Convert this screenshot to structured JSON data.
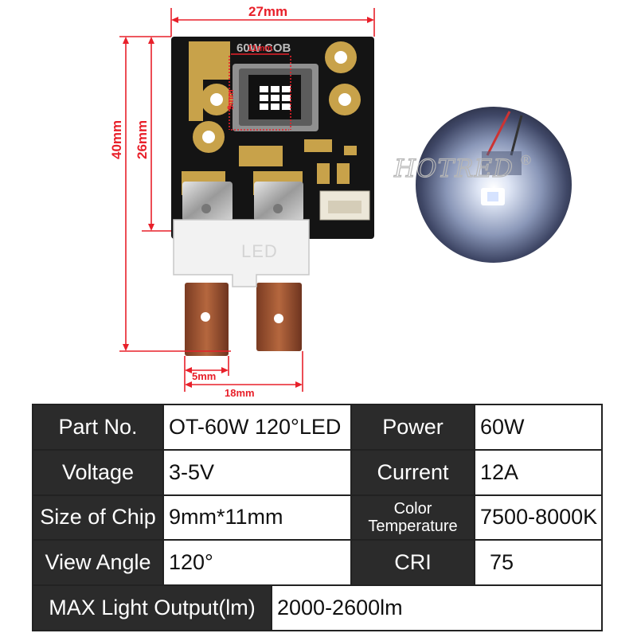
{
  "watermark": "HOTRED",
  "watermark_mark": "®",
  "dimensions": {
    "width": "27mm",
    "height": "40mm",
    "board_height": "26mm",
    "chip_width": "11mm",
    "chip_height": "9mm",
    "tab_width": "5mm",
    "tab_span": "18mm"
  },
  "board": {
    "silkscreen": "60W COB",
    "minus": "−",
    "plus": "+",
    "connector_label": "LED"
  },
  "specs": {
    "part_no_label": "Part No.",
    "part_no_value": "OT-60W 120°LED",
    "power_label": "Power",
    "power_value": "60W",
    "voltage_label": "Voltage",
    "voltage_value": "3-5V",
    "current_label": "Current",
    "current_value": "12A",
    "chip_size_label": "Size of Chip",
    "chip_size_value": "9mm*11mm",
    "color_temp_label_1": "Color",
    "color_temp_label_2": "Temperature",
    "color_temp_value": "7500-8000K",
    "view_angle_label": "View Angle",
    "view_angle_value": "120°",
    "cri_label": "CRI",
    "cri_value": "75",
    "max_output_label": "MAX Light Output(lm)",
    "max_output_value": "2000-2600lm"
  },
  "colors": {
    "dimension_red": "#e8202a",
    "board_black": "#141414",
    "gold_pad": "#c8a24a",
    "table_header": "#2b2b2b"
  }
}
